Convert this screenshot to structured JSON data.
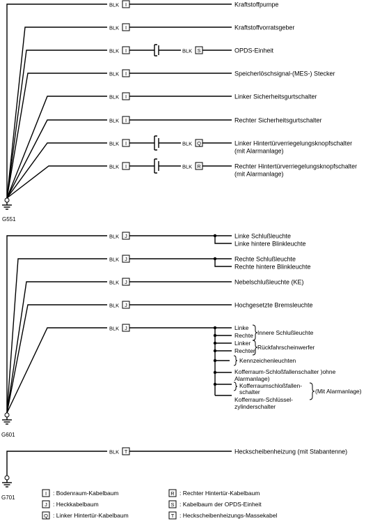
{
  "wire_color": "BLK",
  "grounds": [
    {
      "label": "G551",
      "circuits": [
        {
          "connector": "I",
          "device": [
            "Kraftstoffpumpe"
          ]
        },
        {
          "connector": "I",
          "device": [
            "Kraftstoffvorratsgeber"
          ]
        },
        {
          "connector": "I",
          "switch": true,
          "connector2": "S",
          "device": [
            "OPDS-Einheit"
          ]
        },
        {
          "connector": "I",
          "device": [
            "Speicherlöschsignal-(MES-) Stecker"
          ]
        },
        {
          "connector": "I",
          "device": [
            "Linker Sicherheitsgurtschalter"
          ]
        },
        {
          "connector": "I",
          "device": [
            "Rechter Sicherheitsgurtschalter"
          ]
        },
        {
          "connector": "I",
          "switch": true,
          "connector2": "Q",
          "device": [
            "Linker Hintertürverriegelungsknopfschalter",
            "(mit Alarmanlage)"
          ]
        },
        {
          "connector": "I",
          "switch": true,
          "connector2": "R",
          "device": [
            "Rechter Hintertürverriegelungsknopfschalter",
            "(mit Alarmanlage)"
          ]
        }
      ]
    },
    {
      "label": "G601",
      "circuits": [
        {
          "connector": "J",
          "device": [
            "Linke Schlußleuchte",
            "Linke hintere Blinkleuchte"
          ]
        },
        {
          "connector": "J",
          "device": [
            "Rechte Schlußleuchte",
            "Rechte hintere Blinkleuchte"
          ]
        },
        {
          "connector": "J",
          "device": [
            "Nebelschlußleuchte (KE)"
          ]
        },
        {
          "connector": "J",
          "device": [
            "Hochgesetzte Bremsleuchte"
          ]
        },
        {
          "connector": "J",
          "device": []
        }
      ],
      "bundle_items": [
        "Linke",
        "Rechte",
        "Linker",
        "Rechter",
        "Kennzeichenleuchten",
        "Kofferraum-Schloßfallenschalter )ohne",
        "Alarmanlage)",
        "Kofferraumschloßfallen-",
        "schalter",
        "Kofferraum-Schlüssel-",
        "zylinderschalter"
      ],
      "group_labels": [
        "Innere Schlußleuchte",
        "Rückfahrscheinwerfer",
        "(Mit Alarmanlage)"
      ]
    },
    {
      "label": "G701",
      "circuits": [
        {
          "connector": "T",
          "device": [
            "Heckscheibenheizung (mit Stabantenne)"
          ]
        }
      ]
    }
  ],
  "legend": [
    {
      "code": "I",
      "text": ": Bodenraum-Kabelbaum"
    },
    {
      "code": "R",
      "text": ": Rechter Hintertür-Kabelbaum"
    },
    {
      "code": "J",
      "text": ": Heckkabelbaum"
    },
    {
      "code": "S",
      "text": ": Kabelbaum der OPDS-Einheit"
    },
    {
      "code": "Q",
      "text": ": Linker Hintertür-Kabelbaum"
    },
    {
      "code": "T",
      "text": ": Heckscheibenheizungs-Massekabel"
    }
  ]
}
